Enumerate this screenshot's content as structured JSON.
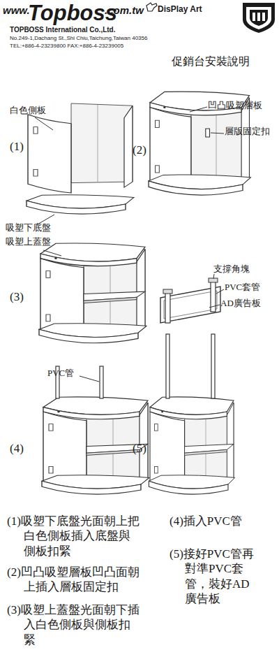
{
  "diagram": {
    "title": "促銷台安裝說明",
    "labels": [
      "www.",
      "Topboss",
      ".com.tw",
      "DisPlay Art",
      "TOPBOSS International Co.,Ltd.",
      "No.249-1,Dachang St.,Shi Chiu,Taichung,Taiwan 40356",
      "TEL:+886-4-23239800 FAX:+886-4-23239005",
      "白色側板",
      "(1)",
      "吸塑下底盤",
      "凹凸吸塑層板",
      "層版固定扣",
      "(2)",
      "吸塑上蓋盤",
      "(3)",
      "支撐角塊",
      "PVC套管",
      "AD廣告板",
      "PVC管",
      "(4)",
      "(5)",
      "(1)吸塑下底盤光面朝上把白色側板插入底盤與側板扣緊",
      "(2)凹凸吸塑層板凹凸面朝上插入層板固定扣",
      "(3)吸塑上蓋盤光面朝下插入白色側板與側板扣緊",
      "(4)插入PVC管",
      "(5)接好PVC管再對準PVC套管，裝好AD廣告板"
    ]
  }
}
